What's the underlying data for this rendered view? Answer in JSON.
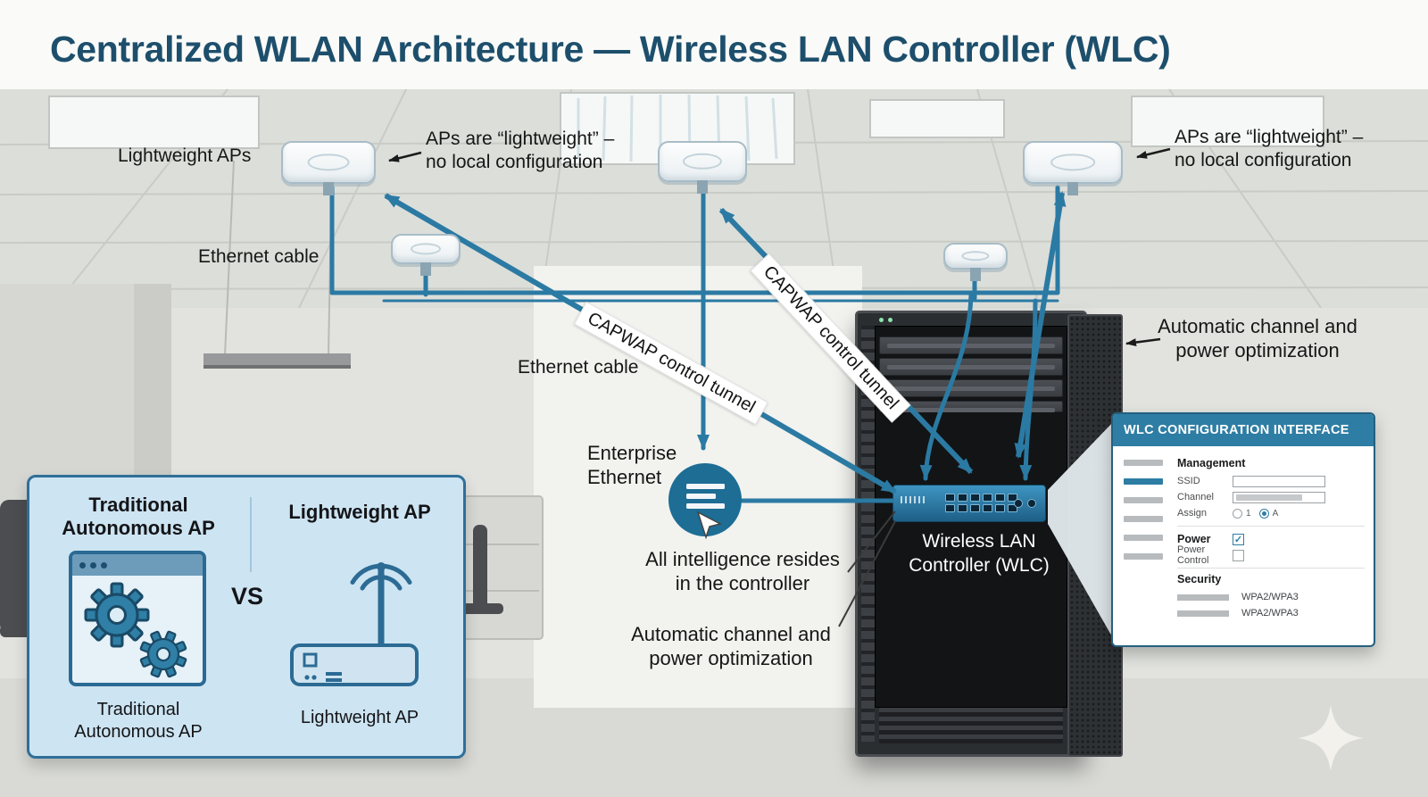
{
  "title": "Centralized WLAN Architecture — Wireless LAN Controller (WLC)",
  "annotations": {
    "lightweight_aps": "Lightweight APs",
    "aps_lightweight_left": "APs are “lightweight” –\nno local configuration",
    "aps_lightweight_right": "APs are “lightweight” –\nno local configuration",
    "ethernet_cable_top": "Ethernet cable",
    "ethernet_cable_mid": "Ethernet cable",
    "capwap_tunnel_1": "CAPWAP control tunnel",
    "capwap_tunnel_2": "CAPWAP control tunnel",
    "enterprise_ethernet": "Enterprise\nEthernet",
    "all_intelligence": "All intelligence resides\nin the controller",
    "auto_channel_bottom": "Automatic channel and\npower optimization",
    "auto_channel_top": "Automatic channel and\npower optimization",
    "wlc_label": "Wireless LAN\nController (WLC)"
  },
  "config_panel": {
    "title": "WLC CONFIGURATION INTERFACE",
    "management_heading": "Management",
    "ssid_label": "SSID",
    "channel_label": "Channel",
    "assign_label": "Assign",
    "assign_options": [
      "1",
      "A"
    ],
    "power_heading": "Power",
    "power_control_label": "Power Control",
    "security_heading": "Security",
    "security_rows": [
      "WPA2/WPA3",
      "WPA2/WPA3"
    ]
  },
  "comparison": {
    "left_title": "Traditional\nAutonomous AP",
    "vs_label": "VS",
    "right_title": "Lightweight AP",
    "left_caption": "Traditional\nAutonomous AP",
    "right_caption": "Lightweight AP"
  },
  "colors": {
    "accent_blue": "#2b7aa3",
    "title_blue": "#1d4f6c",
    "panel_blue": "#cde4f2",
    "rack_dark": "#2b2e31"
  }
}
